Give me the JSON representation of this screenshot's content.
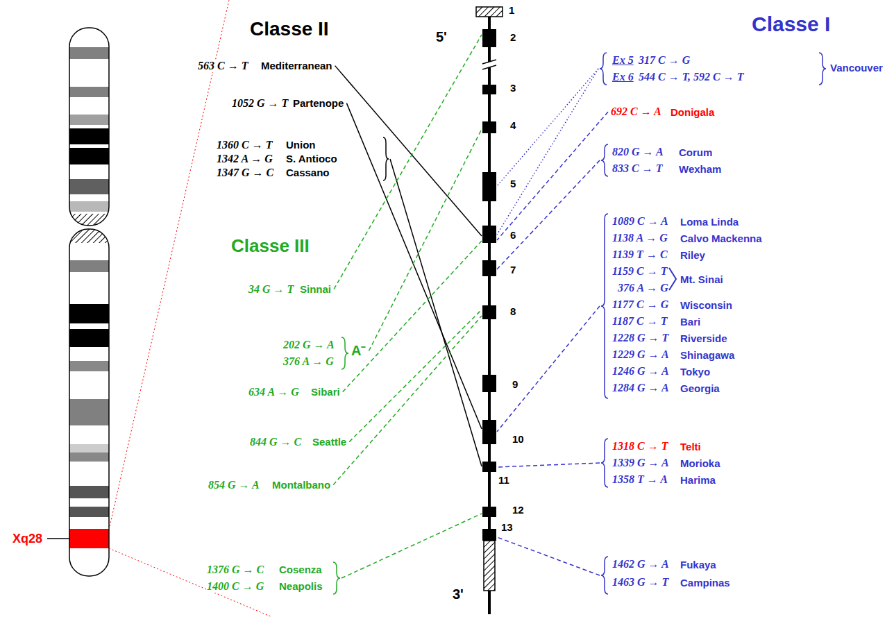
{
  "diagram": {
    "labels": [
      "Classe II",
      "5'",
      "Classe I",
      "1",
      "2",
      "3",
      "4",
      "5",
      "6",
      "7",
      "8",
      "9",
      "10",
      "11",
      "12",
      "13",
      "3'",
      "Xq28",
      "563 C → T",
      "Mediterranean",
      "1052 G → T",
      "Partenope",
      "1360 C → T",
      "Union",
      "1342 A → G",
      "S. Antioco",
      "1347 G → C",
      "Cassano",
      "Classe III",
      "34 G → T",
      "Sinnai",
      "202 G → A",
      "376 A → G",
      "A⁻",
      "634 A → G",
      "Sibari",
      "844 G → C",
      "Seattle",
      "854 G → A",
      "Montalbano",
      "1376 G → C",
      "Cosenza",
      "1400 C → G",
      "Neapolis",
      "Ex 5",
      "317 C → G",
      "Ex 6",
      "544 C → T, 592 C → T",
      "Vancouver",
      "692 C → A",
      "Donigala",
      "820 G → A",
      "Corum",
      "833 C → T",
      "Wexham",
      "1089 C → A",
      "Loma Linda",
      "1138 A → G",
      "Calvo Mackenna",
      "1139 T → C",
      "Riley",
      "1159 C → T",
      "376 A → G",
      "Mt. Sinai",
      "1177 C → G",
      "Wisconsin",
      "1187 C → T",
      "Bari",
      "1228 G → T",
      "Riverside",
      "1229 G → A",
      "Shinagawa",
      "1246 G → A",
      "Tokyo",
      "1284 G → A",
      "Georgia",
      "1318 C → T",
      "Telti",
      "1339 G → A",
      "Morioka",
      "1358 T → A",
      "Harima",
      "1462 G → A",
      "Fukaya",
      "1463 G → T",
      "Campinas"
    ]
  }
}
